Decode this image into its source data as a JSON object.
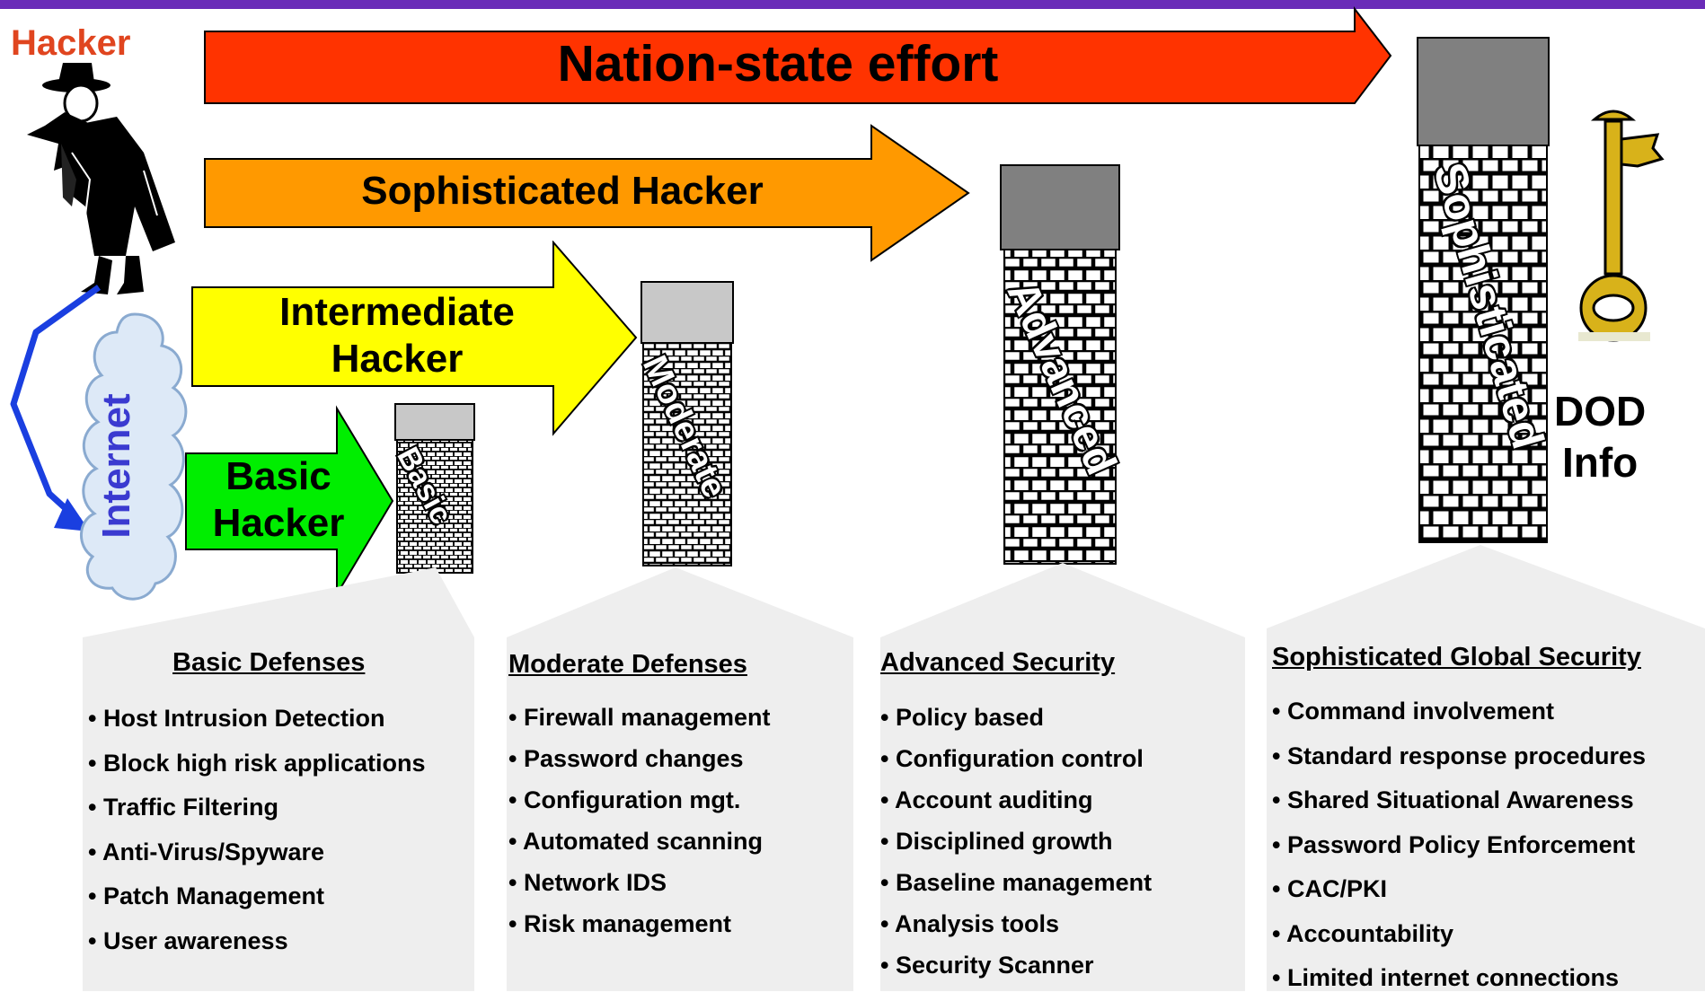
{
  "hacker_label": "Hacker",
  "internet_label": "Internet",
  "dod_label": [
    "DOD",
    "Info"
  ],
  "arrows": {
    "nation_state": "Nation-state effort",
    "sophisticated": "Sophisticated Hacker",
    "intermediate": [
      "Intermediate",
      "Hacker"
    ],
    "basic": [
      "Basic",
      "Hacker"
    ]
  },
  "towers": {
    "basic": "Basic",
    "moderate": "Moderate",
    "advanced": "Advanced",
    "sophisticated": "Sophisticated"
  },
  "panels": {
    "basic": {
      "title": "Basic Defenses",
      "items": [
        "•  Host Intrusion Detection",
        "•  Block high risk applications",
        "•  Traffic Filtering",
        "•  Anti-Virus/Spyware",
        "•  Patch Management",
        "•  User awareness"
      ]
    },
    "moderate": {
      "title": "Moderate Defenses",
      "items": [
        "• Firewall management",
        "• Password changes",
        "• Configuration mgt.",
        "• Automated scanning",
        "• Network IDS",
        "• Risk management"
      ]
    },
    "advanced": {
      "title": "Advanced Security",
      "items": [
        "• Policy based",
        "• Configuration control",
        "• Account auditing",
        "• Disciplined growth",
        "• Baseline management",
        "• Analysis tools",
        "• Security Scanner"
      ]
    },
    "sophisticated": {
      "title": "Sophisticated Global Security",
      "items": [
        "• Command involvement",
        "• Standard response procedures",
        "• Shared Situational Awareness",
        "• Password Policy Enforcement",
        "• CAC/PKI",
        "• Accountability",
        "• Limited internet connections"
      ]
    }
  },
  "colors": {
    "nation_state_arrow": "#ff3300",
    "sophisticated_arrow": "#ff9900",
    "intermediate_arrow": "#ffff00",
    "basic_arrow": "#00ee00",
    "tower_cap": "#808080",
    "tower_cap_light": "#c8c8c8",
    "panel_bg": "#eeeeee",
    "top_bar": "#6a2bb8",
    "hacker_label": "#e0451f",
    "internet_label": "#3a3ad0",
    "key_gold": "#d8b21a"
  }
}
